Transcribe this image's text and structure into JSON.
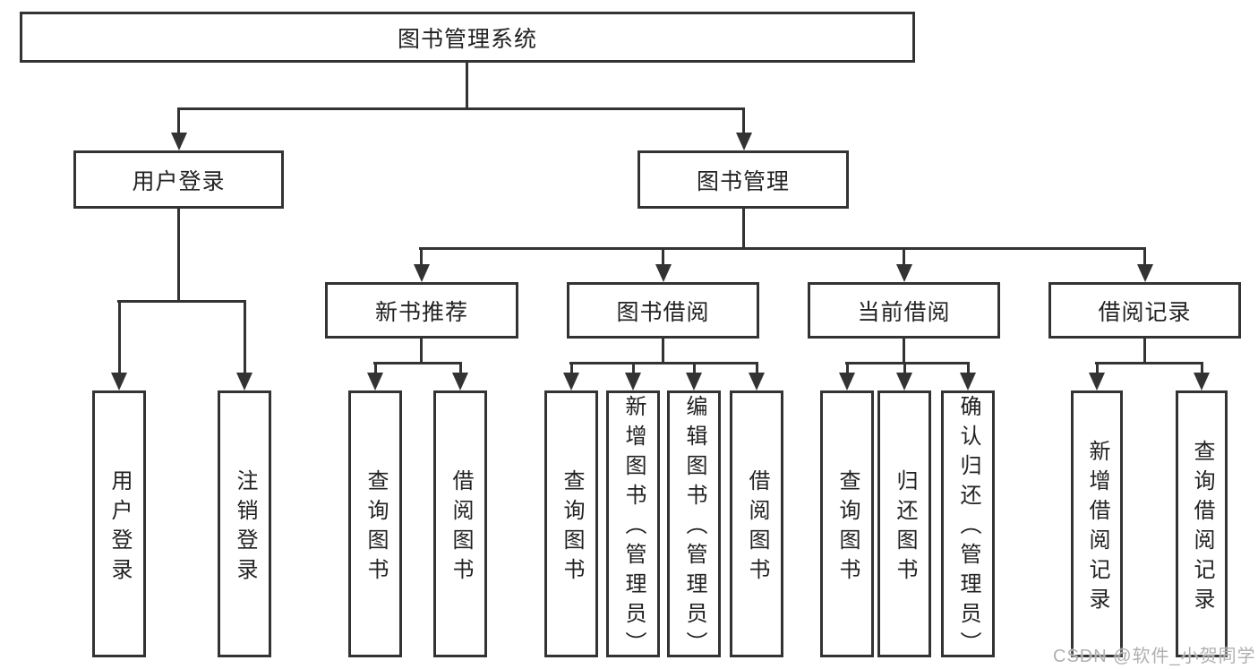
{
  "diagram": {
    "root": "图书管理系统",
    "user_login": {
      "label": "用户登录",
      "children": [
        "用户登录",
        "注销登录"
      ]
    },
    "book_mgmt": {
      "label": "图书管理",
      "sections": [
        {
          "label": "新书推荐",
          "children": [
            "查询图书",
            "借阅图书"
          ]
        },
        {
          "label": "图书借阅",
          "children": [
            "查询图书",
            "新增图书（管理员）",
            "编辑图书（管理员）",
            "借阅图书"
          ]
        },
        {
          "label": "当前借阅",
          "children": [
            "查询图书",
            "归还图书",
            "确认归还（管理员）"
          ]
        },
        {
          "label": "借阅记录",
          "children": [
            "新增借阅记录",
            "查询借阅记录"
          ]
        }
      ]
    }
  },
  "watermark": "CSDN @软件_小贺同学",
  "colors": {
    "line": "#333333",
    "text": "#222222",
    "watermark": "#b0b0b0",
    "background": "#ffffff"
  }
}
